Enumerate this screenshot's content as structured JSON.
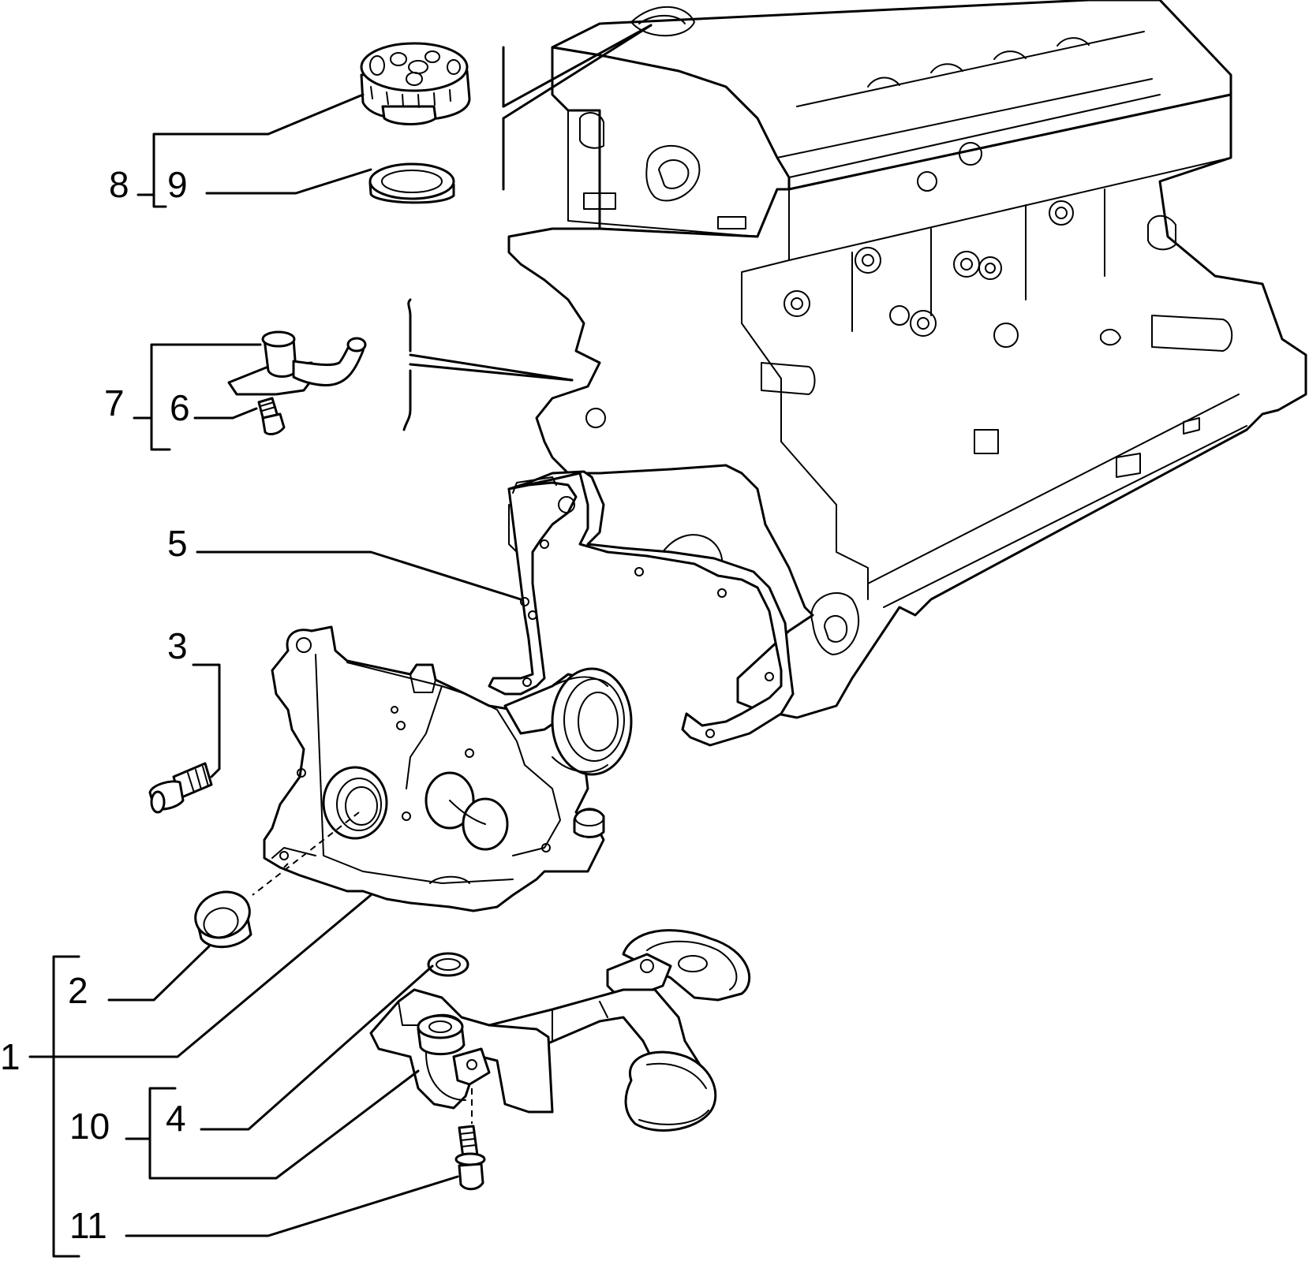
{
  "diagram": {
    "callouts": {
      "c1": "1",
      "c2": "2",
      "c3": "3",
      "c4": "4",
      "c5": "5",
      "c6": "6",
      "c7": "7",
      "c8": "8",
      "c9": "9",
      "c10": "10",
      "c11": "11"
    },
    "parts": [
      {
        "id": "engine-block"
      },
      {
        "id": "oil-filler-cap"
      },
      {
        "id": "cap-seal-ring"
      },
      {
        "id": "sensor-with-bracket"
      },
      {
        "id": "sensor-screw"
      },
      {
        "id": "front-cover-gasket"
      },
      {
        "id": "oil-pump-cover"
      },
      {
        "id": "pump-bolt"
      },
      {
        "id": "crankshaft-oil-seal"
      },
      {
        "id": "o-ring"
      },
      {
        "id": "oil-pickup-strainer"
      },
      {
        "id": "strainer-screw-and-washer"
      }
    ]
  }
}
